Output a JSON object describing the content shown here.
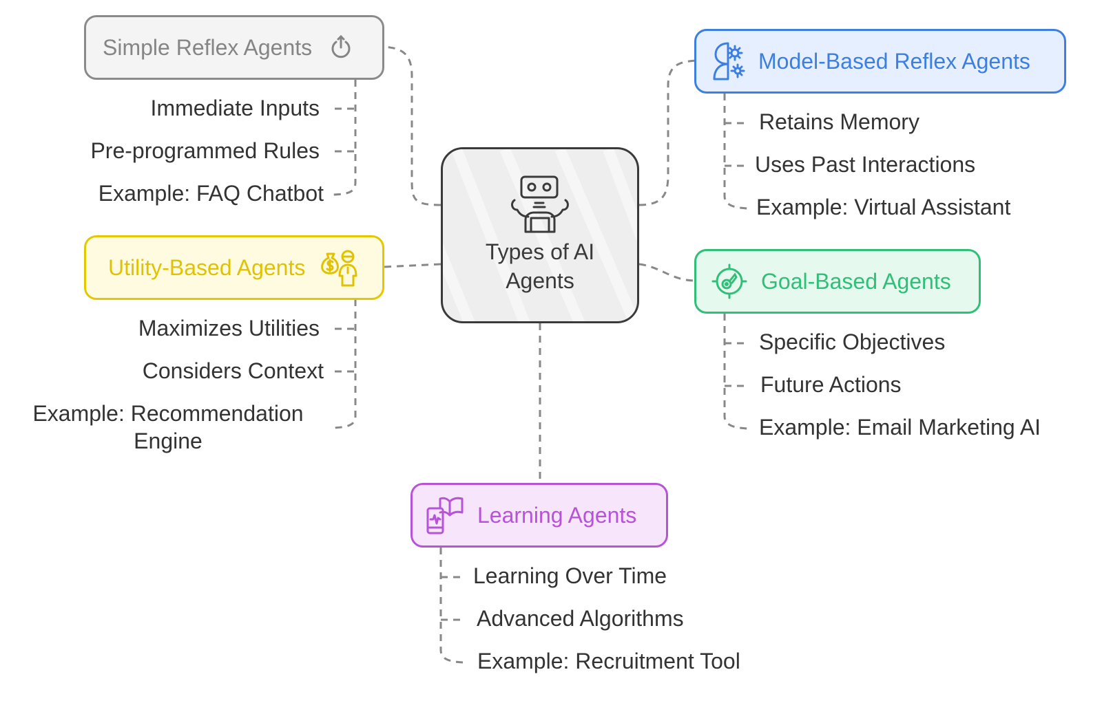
{
  "diagram": {
    "center": {
      "title_line1": "Types of AI",
      "title_line2": "Agents",
      "icon": "robot-icon"
    },
    "colors": {
      "simple_reflex": "#858585",
      "model_based": "#3c7fe0",
      "utility_based": "#e0c200",
      "goal_based": "#2fbf77",
      "learning": "#b753d6",
      "connector": "#888888",
      "text": "#333333"
    },
    "branches": {
      "simple_reflex": {
        "label": "Simple Reflex Agents",
        "icon": "power-icon",
        "items": [
          "Immediate Inputs",
          "Pre-programmed Rules",
          "Example: FAQ Chatbot"
        ]
      },
      "model_based": {
        "label": "Model-Based Reflex Agents",
        "icon": "head-gear-icon",
        "items": [
          "Retains Memory",
          "Uses Past Interactions",
          "Example: Virtual Assistant"
        ]
      },
      "utility_based": {
        "label": "Utility-Based Agents",
        "icon": "money-bag-person-icon",
        "items": [
          "Maximizes Utilities",
          "Considers Context",
          "Example: Recommendation",
          "Engine"
        ]
      },
      "goal_based": {
        "label": "Goal-Based Agents",
        "icon": "target-icon",
        "items": [
          "Specific Objectives",
          "Future Actions",
          "Example: Email Marketing AI"
        ]
      },
      "learning": {
        "label": "Learning Agents",
        "icon": "phone-book-icon",
        "items": [
          "Learning Over Time",
          "Advanced Algorithms",
          "Example: Recruitment Tool"
        ]
      }
    }
  }
}
